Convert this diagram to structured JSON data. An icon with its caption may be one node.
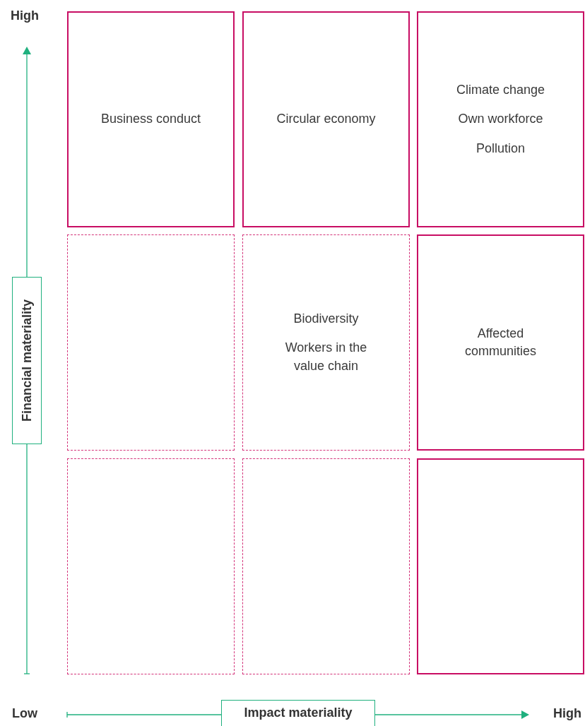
{
  "diagram": {
    "nodes": [
      {
        "text": [
          "Business conduct"
        ]
      },
      {
        "text": [
          "Circular economy"
        ]
      },
      {
        "text": [
          "Climate change",
          "Own workforce",
          "Pollution"
        ]
      },
      {
        "text": [],
        "shape": "box"
      },
      {
        "text": [
          "Biodiversity",
          "Workers in the value chain"
        ]
      },
      {
        "text": [
          "Affected communities"
        ]
      },
      {
        "text": [],
        "shape": "box"
      },
      {
        "text": [],
        "shape": "box"
      },
      {
        "text": [],
        "shape": "box"
      },
      {
        "text": [
          "Financial materiality"
        ]
      },
      {
        "text": [
          "Impact materiality"
        ]
      }
    ],
    "edges": [],
    "labels": [
      "High",
      "Low",
      "High"
    ]
  }
}
